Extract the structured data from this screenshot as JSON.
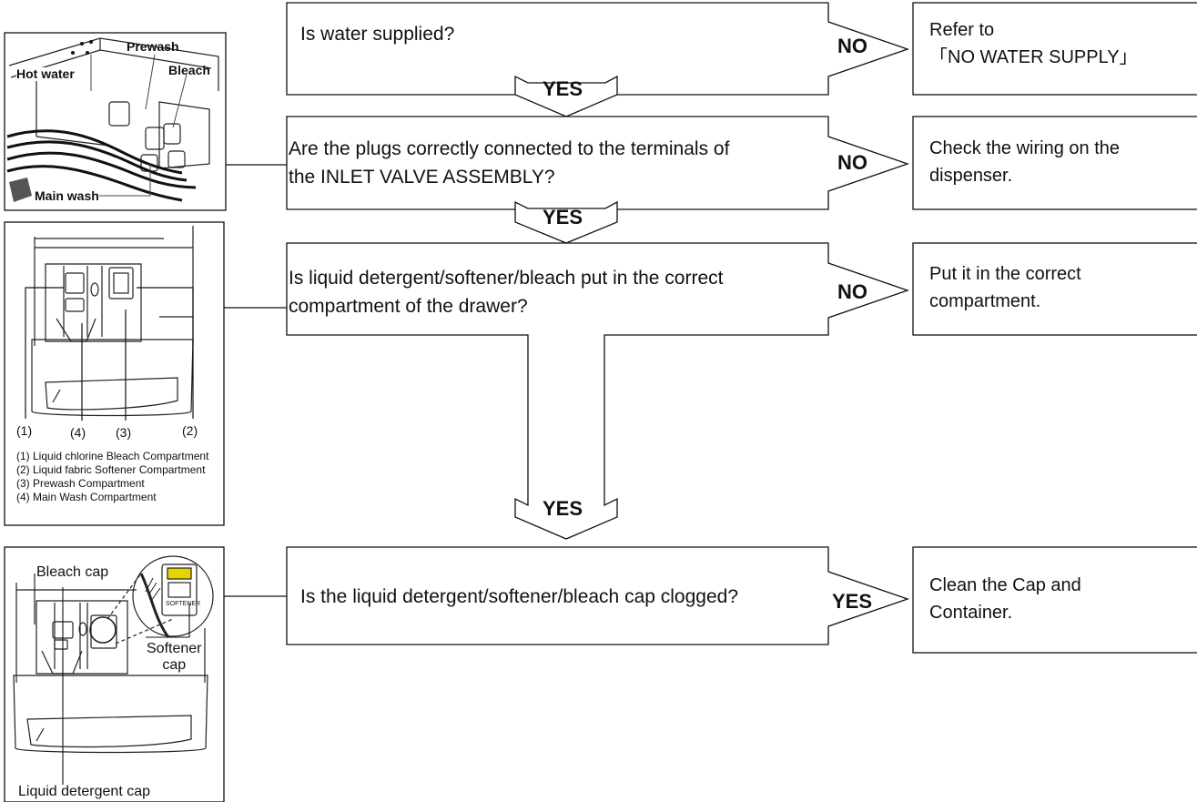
{
  "flow": [
    {
      "question": [
        "Is water supplied?"
      ],
      "answer": "NO",
      "result": [
        "Refer to",
        "「NO WATER SUPPLY」"
      ],
      "next": "YES"
    },
    {
      "question": [
        "Are the plugs correctly connected to the terminals of",
        "the INLET VALVE ASSEMBLY?"
      ],
      "answer": "NO",
      "result": [
        "Check the wiring on the",
        "dispenser."
      ],
      "next": "YES"
    },
    {
      "question": [
        "Is liquid detergent/softener/bleach put in the correct",
        "compartment of the drawer?"
      ],
      "answer": "NO",
      "result": [
        "Put it in the correct",
        "compartment."
      ],
      "next": "YES"
    },
    {
      "question": [
        "Is the liquid detergent/softener/bleach cap clogged?"
      ],
      "answer": "YES",
      "result": [
        "Clean the Cap and",
        "Container."
      ]
    }
  ],
  "figure1": {
    "labels": {
      "prewash": "Prewash",
      "hot_water": "Hot water",
      "bleach": "Bleach",
      "main_wash": "Main wash"
    }
  },
  "figure2": {
    "markers": [
      "(1)",
      "(4)",
      "(3)",
      "(2)"
    ],
    "legend": [
      "(1) Liquid chlorine Bleach Compartment",
      "(2) Liquid fabric Softener Compartment",
      "(3) Prewash Compartment",
      "(4) Main Wash Compartment"
    ]
  },
  "figure3": {
    "labels": {
      "bleach_cap": "Bleach cap",
      "softener_cap_1": "Softener",
      "softener_cap_2": "cap",
      "detergent_cap": "Liquid detergent cap",
      "softener_tag": "SOFTENER"
    }
  }
}
